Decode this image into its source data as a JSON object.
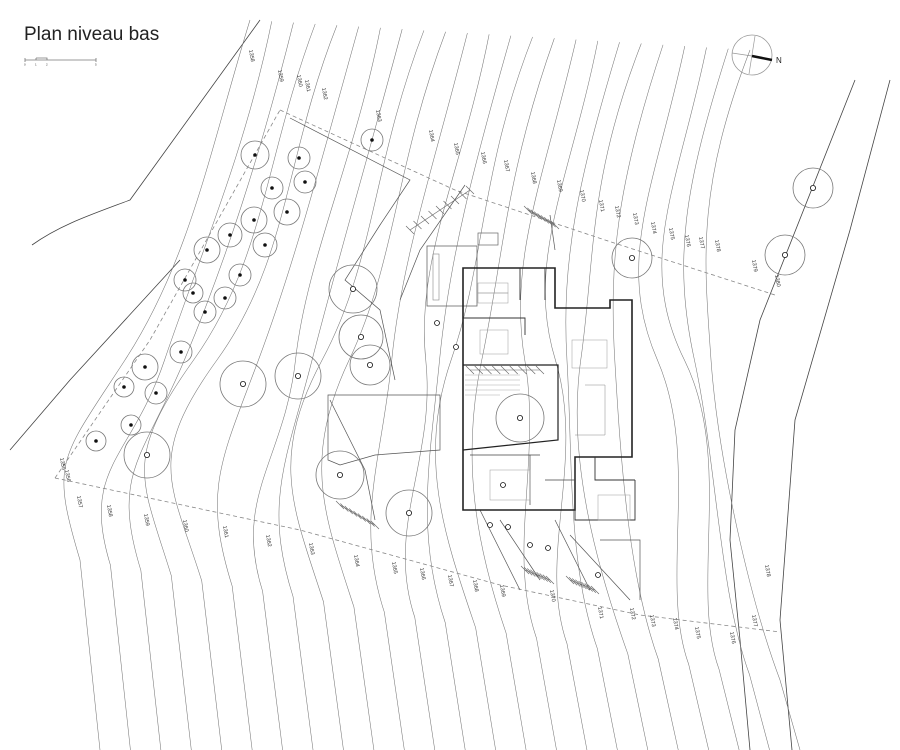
{
  "title": "Plan niveau bas",
  "scale_bar": {
    "ticks": [
      "0",
      "1",
      "2",
      "5"
    ]
  },
  "north_arrow": {
    "label": "N"
  },
  "contour_labels_top": [
    "1358",
    "1359",
    "1360",
    "1361",
    "1362",
    "1363",
    "1364",
    "1365",
    "1366",
    "1367",
    "1368",
    "1369",
    "1370",
    "1371",
    "1372",
    "1373",
    "1374",
    "1375",
    "1376",
    "1377",
    "1378",
    "1379",
    "1380"
  ],
  "contour_labels_bottom": [
    "1355",
    "1356",
    "1357",
    "1358",
    "1359",
    "1360",
    "1361",
    "1362",
    "1363",
    "1364",
    "1365",
    "1366",
    "1367",
    "1368",
    "1369",
    "1370",
    "1371",
    "1372",
    "1373",
    "1374",
    "1375",
    "1376",
    "1377",
    "1378"
  ],
  "colors": {
    "line": "#555555",
    "wall": "#222222",
    "dashed": "#888888"
  }
}
